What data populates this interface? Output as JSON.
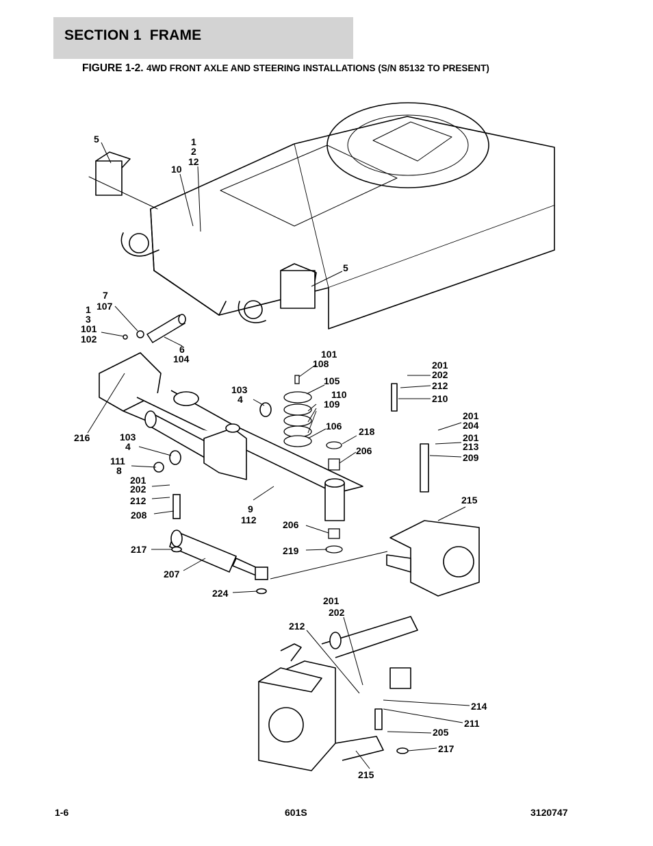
{
  "header": {
    "section_label": "SECTION 1  FRAME"
  },
  "figure": {
    "number": "FIGURE 1-2.",
    "title": "4WD FRONT AXLE AND STEERING INSTALLATIONS (S/N 85132 TO PRESENT)"
  },
  "callouts": [
    "5",
    "1",
    "2",
    "12",
    "10",
    "5",
    "7",
    "107",
    "1",
    "3",
    "101",
    "102",
    "6",
    "104",
    "101",
    "108",
    "105",
    "110",
    "109",
    "103",
    "4",
    "216",
    "103",
    "4",
    "111",
    "8",
    "201",
    "202",
    "212",
    "208",
    "106",
    "218",
    "206",
    "9",
    "112",
    "206",
    "219",
    "217",
    "207",
    "224",
    "201",
    "202",
    "212",
    "210",
    "201",
    "204",
    "201",
    "213",
    "209",
    "215",
    "201",
    "202",
    "212",
    "214",
    "211",
    "205",
    "217",
    "215"
  ],
  "footer": {
    "page": "1-6",
    "model": "601S",
    "doc_number": "3120747"
  }
}
